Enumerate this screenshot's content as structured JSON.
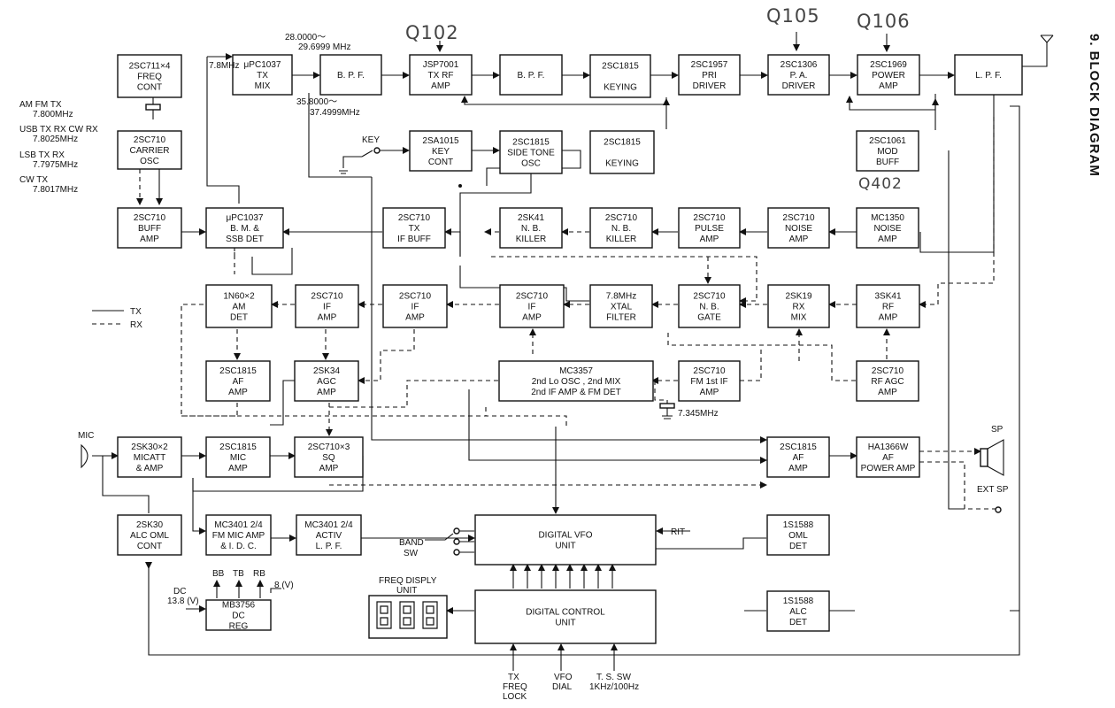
{
  "page_title": "9. BLOCK DIAGRAM",
  "blocks": [
    {
      "id": "freq-cont",
      "lines": [
        "2SC711×4",
        "FREQ",
        "CONT"
      ]
    },
    {
      "id": "tx-mix",
      "lines": [
        "μPC1037",
        "TX",
        "MIX"
      ]
    },
    {
      "id": "bpf-1",
      "lines": [
        "B. P. F."
      ]
    },
    {
      "id": "tx-rf-amp",
      "lines": [
        "JSP7001",
        "TX RF",
        "AMP"
      ]
    },
    {
      "id": "bpf-2",
      "lines": [
        "B. P. F."
      ]
    },
    {
      "id": "keying-1",
      "lines": [
        "2SC1815",
        "",
        "KEYING"
      ]
    },
    {
      "id": "pri-driver",
      "lines": [
        "2SC1957",
        "PRI",
        "DRIVER"
      ]
    },
    {
      "id": "pa-driver",
      "lines": [
        "2SC1306",
        "P. A.",
        "DRIVER"
      ]
    },
    {
      "id": "power-amp",
      "lines": [
        "2SC1969",
        "POWER",
        "AMP"
      ]
    },
    {
      "id": "lpf",
      "lines": [
        "L. P. F."
      ]
    },
    {
      "id": "carrier-osc",
      "lines": [
        "2SC710",
        "CARRIER",
        "OSC"
      ]
    },
    {
      "id": "key-cont",
      "lines": [
        "2SA1015",
        "KEY",
        "CONT"
      ]
    },
    {
      "id": "side-tone-osc",
      "lines": [
        "2SC1815",
        "SIDE TONE",
        "OSC"
      ]
    },
    {
      "id": "keying-2",
      "lines": [
        "2SC1815",
        "",
        "KEYING"
      ]
    },
    {
      "id": "mod-buff",
      "lines": [
        "2SC1061",
        "MOD",
        "BUFF"
      ]
    },
    {
      "id": "buff-amp",
      "lines": [
        "2SC710",
        "BUFF",
        "AMP"
      ]
    },
    {
      "id": "bm-ssb-det",
      "lines": [
        "μPC1037",
        "B. M. &",
        "SSB DET"
      ]
    },
    {
      "id": "tx-if-buff",
      "lines": [
        "2SC710",
        "TX",
        "IF BUFF"
      ]
    },
    {
      "id": "nb-killer-1",
      "lines": [
        "2SK41",
        "N. B.",
        "KILLER"
      ]
    },
    {
      "id": "nb-killer-2",
      "lines": [
        "2SC710",
        "N. B.",
        "KILLER"
      ]
    },
    {
      "id": "pulse-amp",
      "lines": [
        "2SC710",
        "PULSE",
        "AMP"
      ]
    },
    {
      "id": "noise-amp-1",
      "lines": [
        "2SC710",
        "NOISE",
        "AMP"
      ]
    },
    {
      "id": "noise-amp-2",
      "lines": [
        "MC1350",
        "NOISE",
        "AMP"
      ]
    },
    {
      "id": "am-det",
      "lines": [
        "1N60×2",
        "AM",
        "DET"
      ]
    },
    {
      "id": "if-amp-1",
      "lines": [
        "2SC710",
        "IF",
        "AMP"
      ]
    },
    {
      "id": "if-amp-2",
      "lines": [
        "2SC710",
        "IF",
        "AMP"
      ]
    },
    {
      "id": "if-amp-3",
      "lines": [
        "2SC710",
        "IF",
        "AMP"
      ]
    },
    {
      "id": "xtal-filter",
      "lines": [
        "7.8MHz",
        "XTAL",
        "FILTER"
      ]
    },
    {
      "id": "nb-gate",
      "lines": [
        "2SC710",
        "N. B.",
        "GATE"
      ]
    },
    {
      "id": "rx-mix",
      "lines": [
        "2SK19",
        "RX",
        "MIX"
      ]
    },
    {
      "id": "rf-amp",
      "lines": [
        "3SK41",
        "RF",
        "AMP"
      ]
    },
    {
      "id": "af-amp-1",
      "lines": [
        "2SC1815",
        "AF",
        "AMP"
      ]
    },
    {
      "id": "agc-amp",
      "lines": [
        "2SK34",
        "AGC",
        "AMP"
      ]
    },
    {
      "id": "mc3357",
      "lines": [
        "MC3357",
        "2nd Lo OSC , 2nd MIX",
        "2nd IF AMP & FM DET"
      ]
    },
    {
      "id": "fm-1st-if",
      "lines": [
        "2SC710",
        "FM 1st IF",
        "AMP"
      ]
    },
    {
      "id": "rf-agc-amp",
      "lines": [
        "2SC710",
        "RF AGC",
        "AMP"
      ]
    },
    {
      "id": "micatt-amp",
      "lines": [
        "2SK30×2",
        "MICATT",
        "& AMP"
      ]
    },
    {
      "id": "mic-amp",
      "lines": [
        "2SC1815",
        "MIC",
        "AMP"
      ]
    },
    {
      "id": "sq-amp",
      "lines": [
        "2SC710×3",
        "SQ",
        "AMP"
      ]
    },
    {
      "id": "af-amp-2",
      "lines": [
        "2SC1815",
        "AF",
        "AMP"
      ]
    },
    {
      "id": "af-power-amp",
      "lines": [
        "HA1366W",
        "AF",
        "POWER AMP"
      ]
    },
    {
      "id": "alc-oml-cont",
      "lines": [
        "2SK30",
        "ALC OML",
        "CONT"
      ]
    },
    {
      "id": "fm-mic-amp",
      "lines": [
        "MC3401 2/4",
        "FM MIC AMP",
        "& I. D. C."
      ]
    },
    {
      "id": "activ-lpf",
      "lines": [
        "MC3401 2/4",
        "ACTIV",
        "L. P. F."
      ]
    },
    {
      "id": "digital-vfo",
      "lines": [
        "DIGITAL  VFO",
        "UNIT"
      ]
    },
    {
      "id": "oml-det",
      "lines": [
        "1S1588",
        "OML",
        "DET"
      ]
    },
    {
      "id": "dc-reg",
      "lines": [
        "MB3756",
        "DC",
        "REG"
      ]
    },
    {
      "id": "digital-control",
      "lines": [
        "DIGITAL  CONTROL",
        "UNIT"
      ]
    },
    {
      "id": "alc-det",
      "lines": [
        "1S1588",
        "ALC",
        "DET"
      ]
    }
  ],
  "labels": {
    "freq_7_8": "7.8MHz",
    "freq_28_a": "28.0000～",
    "freq_28_b": "29.6999 MHz",
    "freq_35_a": "35.8000～",
    "freq_35_b": "37.4999MHz",
    "am_fm_tx": "AM FM TX",
    "am_fm_tx_f": "7.800MHz",
    "usb": "USB TX RX CW RX",
    "usb_f": "7.8025MHz",
    "lsb": "LSB TX RX",
    "lsb_f": "7.7975MHz",
    "cw_tx": "CW TX",
    "cw_tx_f": "7.8017MHz",
    "key": "KEY",
    "legend_tx": "TX",
    "legend_rx": "RX",
    "xtal_7345": "7.345MHz",
    "mic": "MIC",
    "sp": "SP",
    "ext_sp": "EXT SP",
    "band_sw_1": "BAND",
    "band_sw_2": "SW",
    "rit": "RIT",
    "freq_disp_1": "FREQ DISPLY",
    "freq_disp_2": "UNIT",
    "bb": "BB",
    "tb": "TB",
    "rb": "RB",
    "v8": "8 (V)",
    "dc_in_1": "DC",
    "dc_in_2": "13.8 (V)",
    "tx_freq_1": "TX",
    "tx_freq_2": "FREQ",
    "tx_freq_3": "LOCK",
    "vfo_dial_1": "VFO",
    "vfo_dial_2": "DIAL",
    "ts_sw_1": "T. S. SW",
    "ts_sw_2": "1KHz/100Hz"
  },
  "annotations": {
    "q102": "Q102",
    "q105": "Q105",
    "q106": "Q106",
    "q402": "Q402"
  },
  "colors": {
    "ink": "#111111",
    "handwriting": "#444444",
    "paper": "#ffffff"
  }
}
